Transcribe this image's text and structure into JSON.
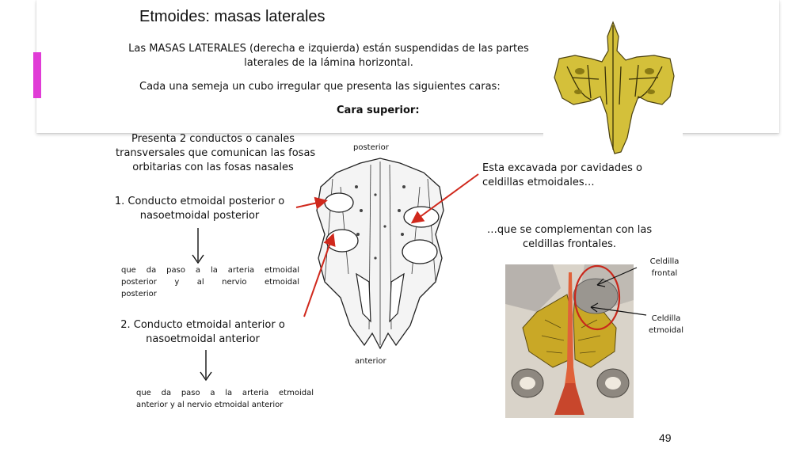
{
  "slide": {
    "title": "Etmoides: masas laterales",
    "intro_line1": "Las MASAS LATERALES (derecha e izquierda) están suspendidas de las partes",
    "intro_line2": "laterales de la lámina horizontal.",
    "intro_cube": "Cada una semeja un cubo irregular que presenta las siguientes caras:",
    "face_heading": "Cara superior:",
    "left": {
      "conduits_line1": "Presenta 2 conductos o canales",
      "conduits_line2": "transversales que comunican las fosas",
      "conduits_line3": "orbitarias con las fosas nasales",
      "posterior_line1": "1. Conducto etmoidal posterior o",
      "posterior_line2": "nasoetmoidal posterior",
      "posterior_desc_line1": "que da paso a la arteria etmoidal",
      "posterior_desc_line2": "posterior y al nervio etmoidal",
      "posterior_desc_line3": "posterior",
      "anterior_line1": "2. Conducto etmoidal anterior o",
      "anterior_line2": "nasoetmoidal anterior",
      "anterior_desc_line1": "que da paso a la arteria etmoidal",
      "anterior_desc_line2": "anterior y al nervio etmoidal anterior"
    },
    "diagram": {
      "posterior_label": "posterior",
      "anterior_label": "anterior"
    },
    "right": {
      "cells_line1": "Esta excavada por cavidades o",
      "cells_line2": "celdillas etmoidales…",
      "complement_line1": "…que se complementan con las",
      "complement_line2": "celdillas frontales.",
      "frontal_label_line1": "Celdilla",
      "frontal_label_line2": "frontal",
      "ethmoid_label_line1": "Celdilla",
      "ethmoid_label_line2": "etmoidal"
    },
    "page_number": "49",
    "colors": {
      "accent": "#e03cd6",
      "bone_yellow": "#c9b42c",
      "red_arrow": "#d0281c"
    }
  }
}
